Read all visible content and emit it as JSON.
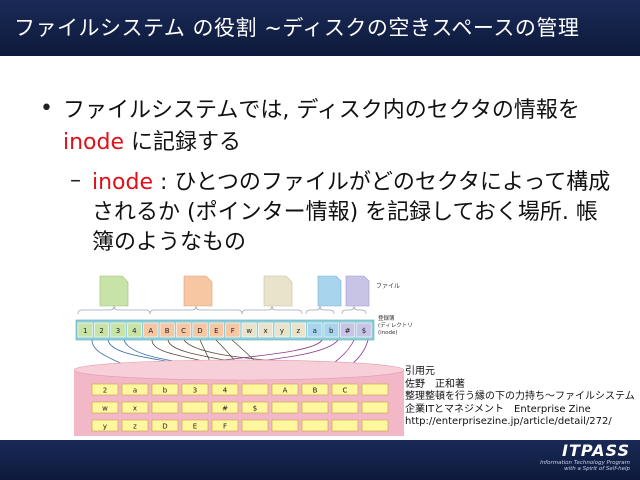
{
  "slide": {
    "title": "ファイルシステム の役割 ~ディスクの空きスペースの管理",
    "bullet1_pre": "ファイルシステムでは, ディスク内のセクタの情報を ",
    "bullet1_red": "inode",
    "bullet1_post": " に記録する",
    "bullet2_red": "inode",
    "bullet2_post": " : ひとつのファイルがどのセクタによって構成されるか (ポインター情報) を記録しておく場所. 帳簿のようなもの",
    "dash": "–",
    "dot": "•"
  },
  "diagram": {
    "file_label": "ファイル",
    "ledger_label_1": "登録簿",
    "ledger_label_2": "(ディレクトリー)",
    "ledger_label_3": "(inode)",
    "cells": [
      "1",
      "2",
      "3",
      "4",
      "A",
      "B",
      "C",
      "D",
      "E",
      "F",
      "w",
      "x",
      "y",
      "z",
      "a",
      "b",
      "#",
      "$"
    ],
    "disk_row1": [
      "2",
      "a",
      "b",
      "3",
      "4",
      "",
      "A",
      "B",
      "C"
    ],
    "disk_row2": [
      "w",
      "x",
      "",
      "",
      "#",
      "$"
    ],
    "disk_row3": [
      "y",
      "z",
      "D",
      "E",
      "F"
    ],
    "colors": {
      "green": "#c7e3a8",
      "orange": "#f7c6a2",
      "beige": "#e9e3cc",
      "blue": "#a9d4ee",
      "lilac": "#c7c4e6",
      "ledger": "#8fd0d8",
      "disk": "#f2b8c8",
      "cell_yellow": "#fff6a0"
    }
  },
  "reference": {
    "text": "引用元\n佐野　正和著\n整理整頓を行う縁の下の力持ち～ファイルシステム\n企業ITとマネジメント　Enterprise Zine\nhttp://enterprisezine.jp/article/detail/272/"
  },
  "logo": {
    "name": "ITPASS",
    "sub1": "Information Technology Program",
    "sub2": "with a Spirit of Self-help"
  }
}
